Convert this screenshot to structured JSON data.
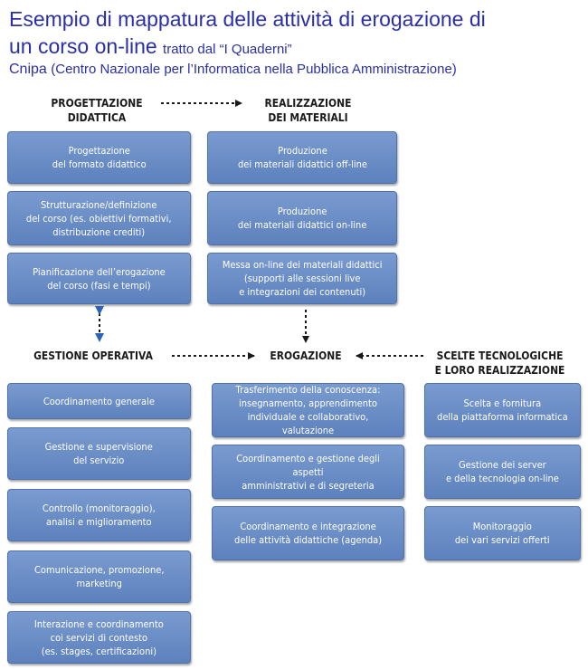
{
  "header": {
    "line1": "Esempio di mappatura delle attività di erogazione di",
    "line2_main": "un corso on-line",
    "line2_small": "tratto dal “I Quaderni”",
    "line3_main": "Cnipa",
    "line3_small": "(Centro Nazionale per l’Informatica nella Pubblica Amministrazione)"
  },
  "sections": {
    "progettazione": "PROGETTAZIONE\nDIDATTICA",
    "realizzazione": "REALIZZAZIONE\nDEI MATERIALI",
    "gestione": "GESTIONE OPERATIVA",
    "erogazione": "EROGAZIONE",
    "scelte": "SCELTE TECNOLOGICHE\nE LORO REALIZZAZIONE"
  },
  "boxes": {
    "progettazione": [
      "Progettazione\ndel formato didattico",
      "Strutturazione/definizione\ndel corso (es. obiettivi formativi,\ndistribuzione crediti)",
      "Pianificazione dell’erogazione\ndel corso (fasi e tempi)"
    ],
    "realizzazione": [
      "Produzione\ndei materiali didattici off-line",
      "Produzione\ndei materiali didattici on-line",
      "Messa on-line dei materiali didattici\n(supporti alle sessioni live\ne integrazioni dei contenuti)"
    ],
    "gestione": [
      "Coordinamento generale",
      "Gestione e supervisione\ndel servizio",
      "Controllo (monitoraggio),\nanalisi e miglioramento",
      "Comunicazione, promozione,\nmarketing",
      "Interazione e coordinamento\ncoi servizi di contesto\n(es. stages, certificazioni)"
    ],
    "erogazione": [
      "Trasferimento della conoscenza:\ninsegnamento, apprendimento\nindividuale e collaborativo, valutazione",
      "Coordinamento e gestione degli aspetti\namministrativi e di segreteria",
      "Coordinamento e integrazione\ndelle attività didattiche (agenda)"
    ],
    "scelte": [
      "Scelta e fornitura\ndella piattaforma informatica",
      "Gestione dei server\ne della tecnologia on-line",
      "Monitoraggio\ndei vari servizi offerti"
    ]
  },
  "colors": {
    "box": "#6688c4",
    "title": "#2a2fa8",
    "arrow": "#1a1a1a"
  }
}
